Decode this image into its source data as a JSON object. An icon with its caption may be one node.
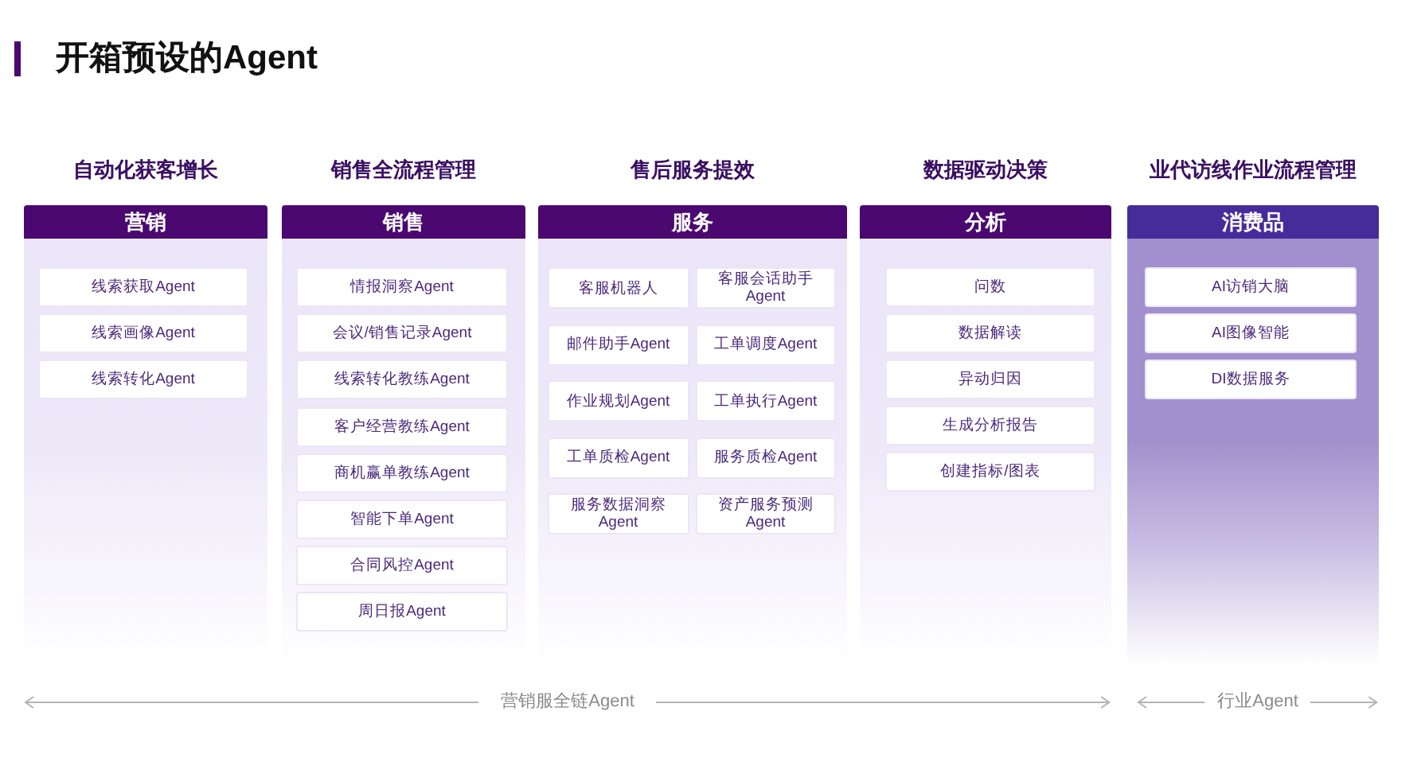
{
  "diagram": {
    "title": "开箱预设的Agent",
    "nodes": [
      {
        "text": [
          "自动化获客增长",
          "营销"
        ]
      },
      {
        "text": [
          "线索获取Agent"
        ],
        "in": 0
      },
      {
        "text": [
          "线索画像Agent"
        ],
        "in": 0
      },
      {
        "text": [
          "线索转化Agent"
        ],
        "in": 0
      },
      {
        "text": [
          "销售全流程管理",
          "销售"
        ]
      },
      {
        "text": [
          "情报洞察Agent"
        ],
        "in": 4
      },
      {
        "text": [
          "会议/销售记录Agent"
        ],
        "in": 4
      },
      {
        "text": [
          "线索转化教练Agent"
        ],
        "in": 4
      },
      {
        "text": [
          "客户经营教练Agent"
        ],
        "in": 4
      },
      {
        "text": [
          "商机赢单教练Agent"
        ],
        "in": 4
      },
      {
        "text": [
          "智能下单Agent"
        ],
        "in": 4
      },
      {
        "text": [
          "合同风控Agent"
        ],
        "in": 4
      },
      {
        "text": [
          "周日报Agent"
        ],
        "in": 4
      },
      {
        "text": [
          "售后服务提效",
          "服务"
        ]
      },
      {
        "text": [
          "客服机器人"
        ],
        "in": 13
      },
      {
        "text": [
          "客服会话助手Agent"
        ],
        "in": 13
      },
      {
        "text": [
          "邮件助手Agent"
        ],
        "in": 13
      },
      {
        "text": [
          "工单调度Agent"
        ],
        "in": 13
      },
      {
        "text": [
          "作业规划Agent"
        ],
        "in": 13
      },
      {
        "text": [
          "工单执行Agent"
        ],
        "in": 13
      },
      {
        "text": [
          "工单质检Agent"
        ],
        "in": 13
      },
      {
        "text": [
          "服务质检Agent"
        ],
        "in": 13
      },
      {
        "text": [
          "服务数据洞察Agent"
        ],
        "in": 13
      },
      {
        "text": [
          "资产服务预测Agent"
        ],
        "in": 13
      },
      {
        "text": [
          "数据驱动决策",
          "分析"
        ]
      },
      {
        "text": [
          "问数"
        ],
        "in": 24
      },
      {
        "text": [
          "数据解读"
        ],
        "in": 24
      },
      {
        "text": [
          "异动归因"
        ],
        "in": 24
      },
      {
        "text": [
          "生成分析报告"
        ],
        "in": 24
      },
      {
        "text": [
          "创建指标/图表"
        ],
        "in": 24
      },
      {
        "text": [
          "业代访线作业流程管理",
          "消费品"
        ]
      },
      {
        "text": [
          "AI访销大脑"
        ],
        "in": 30
      },
      {
        "text": [
          "AI图像智能"
        ],
        "in": 30
      },
      {
        "text": [
          "DI数据服务"
        ],
        "in": 30
      }
    ],
    "labels": [
      "营销服全链Agent",
      "行业Agent"
    ]
  }
}
